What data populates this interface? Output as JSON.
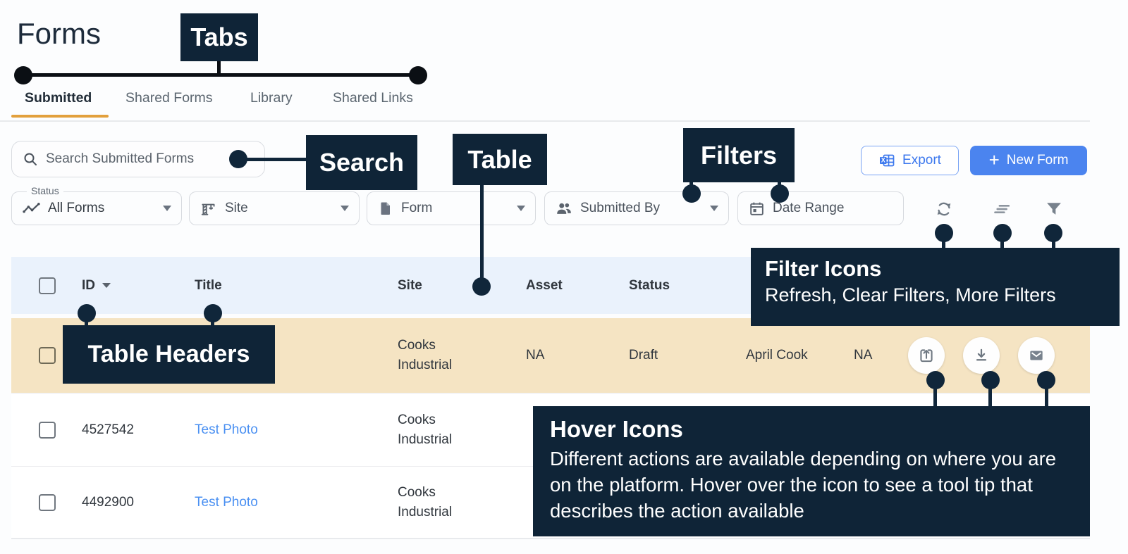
{
  "page": {
    "title": "Forms"
  },
  "tabs": {
    "items": [
      {
        "label": "Submitted",
        "active": true
      },
      {
        "label": "Shared Forms",
        "active": false
      },
      {
        "label": "Library",
        "active": false
      },
      {
        "label": "Shared Links",
        "active": false
      }
    ]
  },
  "toolbar": {
    "search_placeholder": "Search Submitted Forms",
    "export_label": "Export",
    "new_form_label": "New Form"
  },
  "filters": {
    "status_floating_label": "Status",
    "status_value": "All Forms",
    "site_label": "Site",
    "form_label": "Form",
    "submitted_by_label": "Submitted By",
    "date_range_label": "Date Range",
    "action_icons": [
      "refresh-icon",
      "clear-filters-icon",
      "more-filters-icon"
    ]
  },
  "table": {
    "headers": {
      "id": "ID",
      "title": "Title",
      "site": "Site",
      "asset": "Asset",
      "status": "Status"
    },
    "rows": [
      {
        "id": "",
        "title": "",
        "site": "Cooks Industrial",
        "asset": "NA",
        "status": "Draft",
        "submitted_by": "April Cook",
        "extra": "NA",
        "hover_icons": [
          "upload-icon",
          "download-icon",
          "email-icon"
        ]
      },
      {
        "id": "4527542",
        "title": "Test Photo",
        "site": "Cooks Industrial"
      },
      {
        "id": "4492900",
        "title": "Test Photo",
        "site": "Cooks Industrial"
      }
    ]
  },
  "annotations": {
    "tabs_label": "Tabs",
    "search_label": "Search",
    "table_label": "Table",
    "filters_label": "Filters",
    "table_headers_label": "Table Headers",
    "filter_icons": {
      "title": "Filter Icons",
      "description": "Refresh, Clear Filters, More Filters"
    },
    "hover_icons": {
      "title": "Hover Icons",
      "description": "Different actions are available depending on where you are on the platform. Hover over the icon to see a tool tip that describes the action available"
    }
  },
  "colors": {
    "annotation_navy": "#0f2437",
    "accent_orange": "#e2a03c",
    "primary_blue": "#4b84ef",
    "link_blue": "#4a90f2",
    "header_row_blue": "#eaf2fc",
    "highlight_row_beige": "#f5e4c3"
  }
}
